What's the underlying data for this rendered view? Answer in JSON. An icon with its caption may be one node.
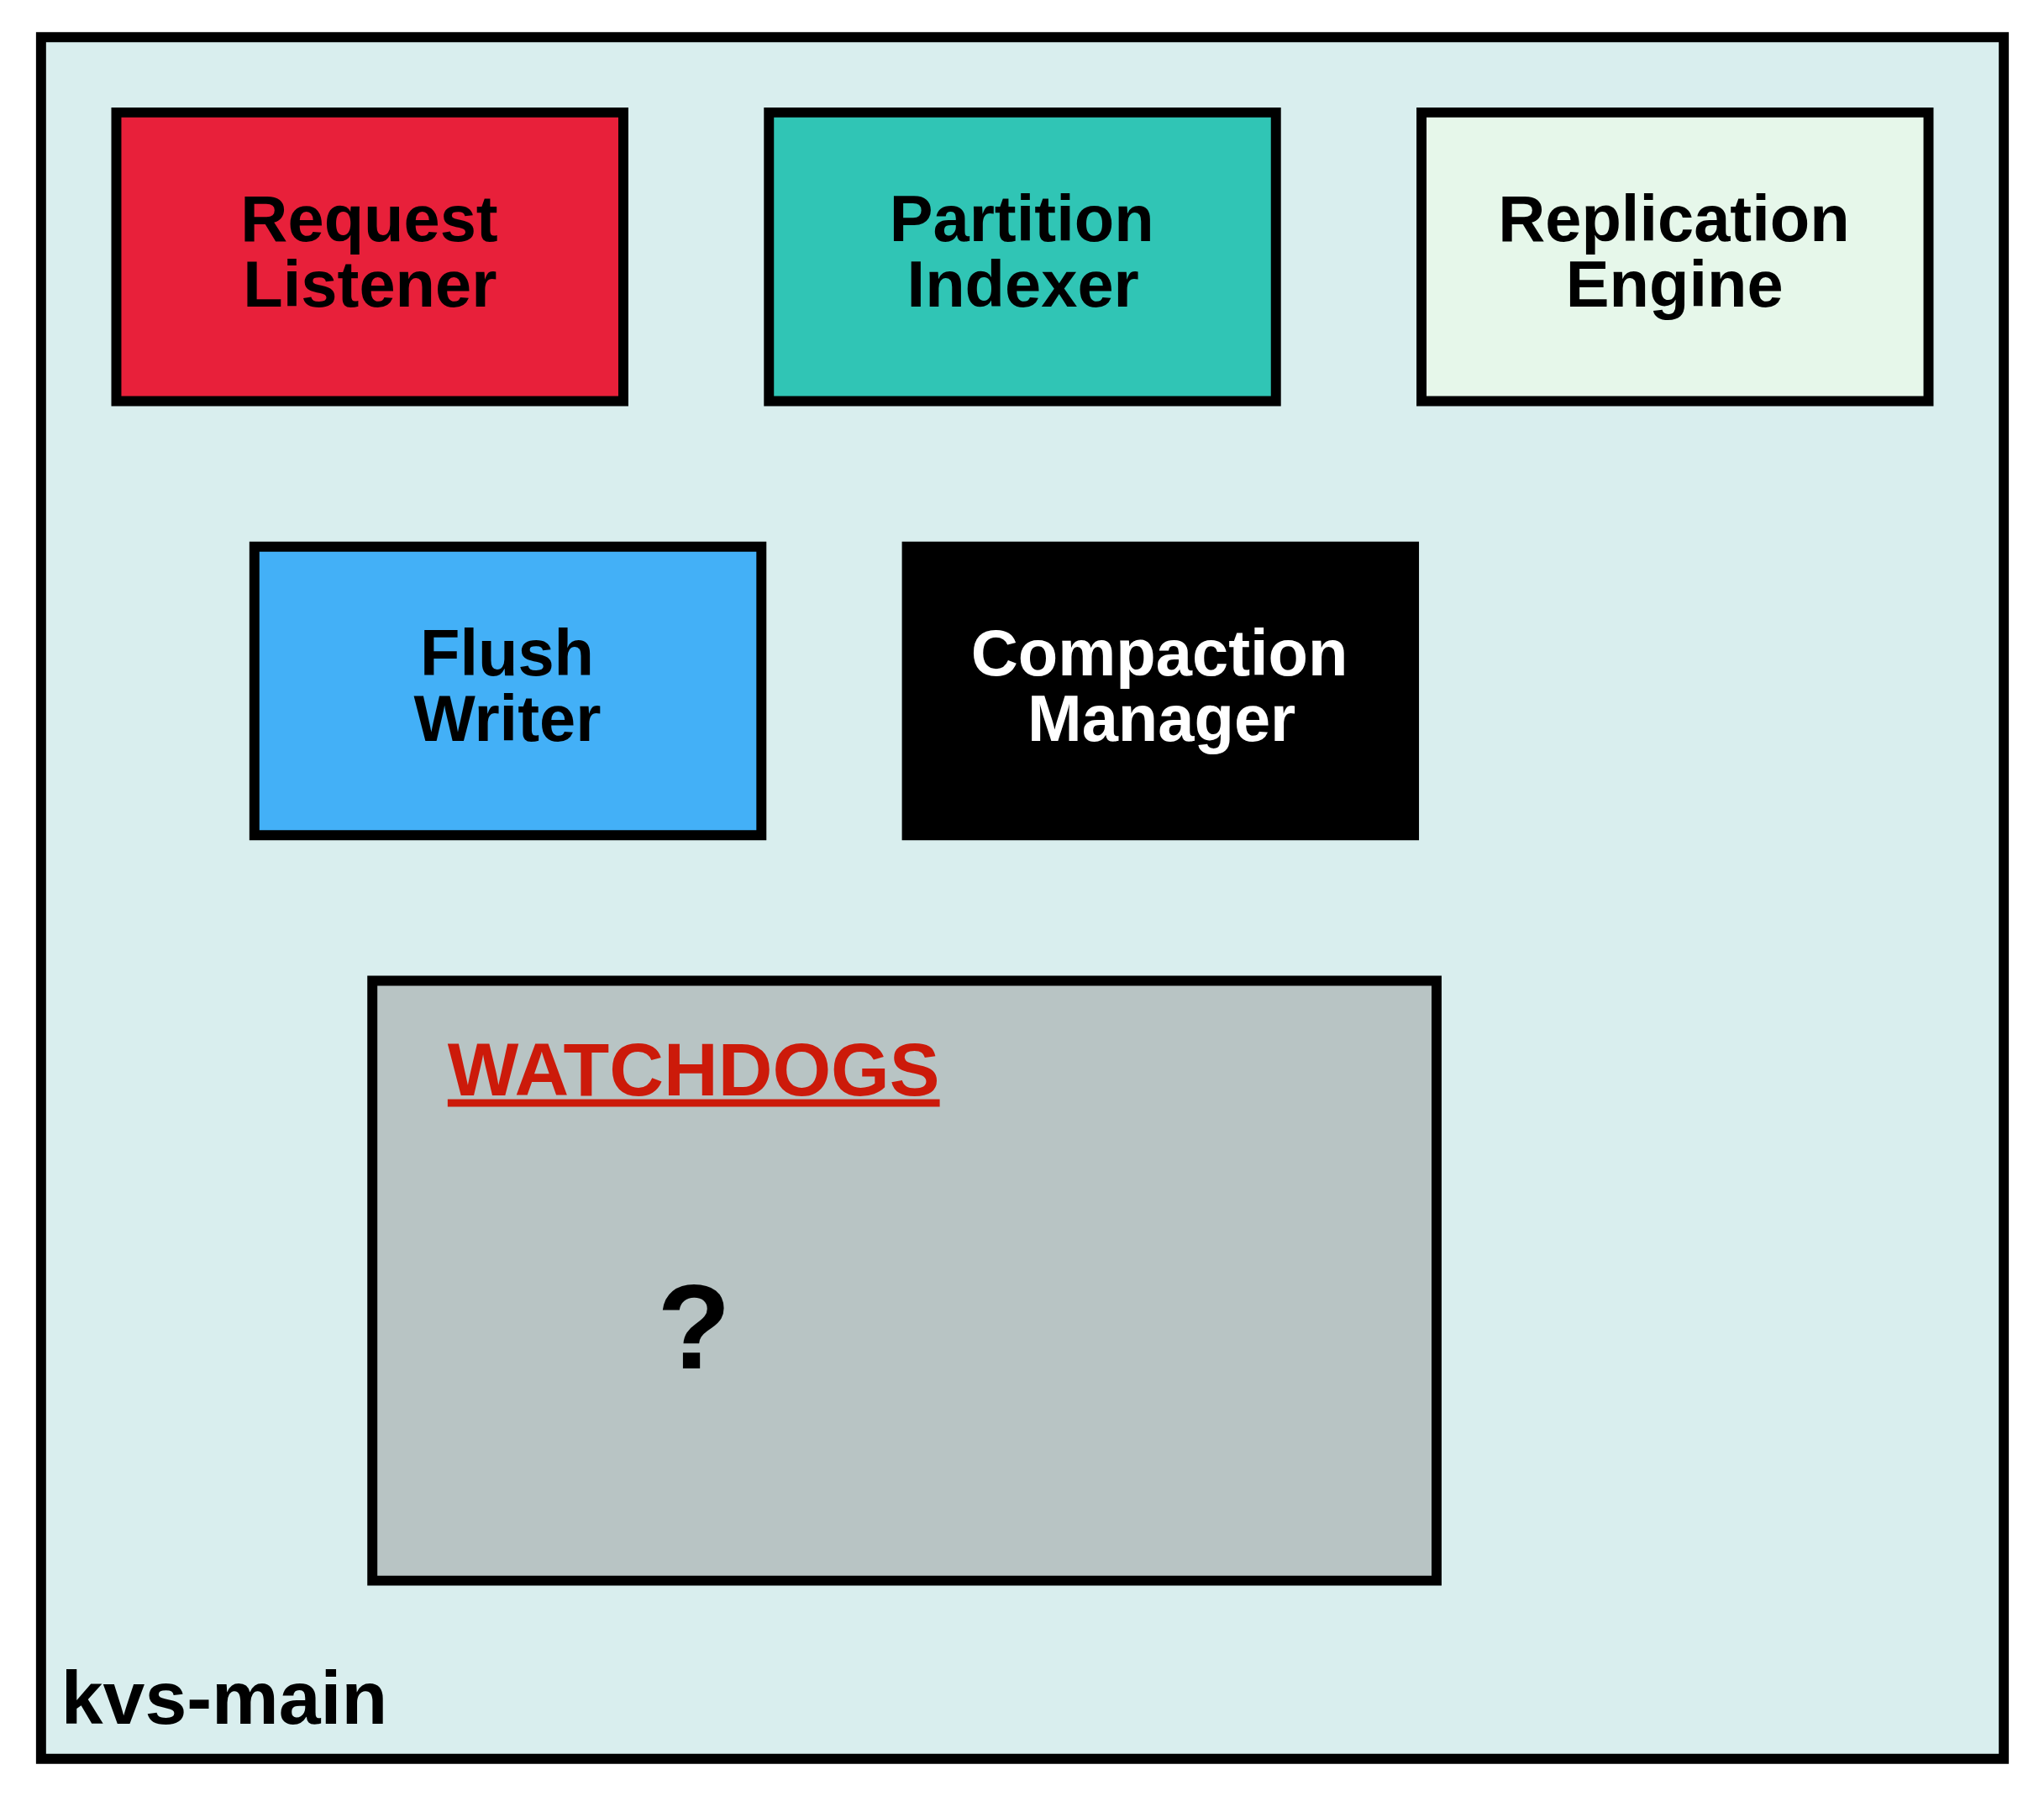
{
  "diagram": {
    "nodes": [
      {
        "text": [
          "kvs-main"
        ]
      },
      {
        "text": [
          "Request Listener"
        ],
        "in": 0
      },
      {
        "text": [
          "Partition Indexer"
        ],
        "in": 0
      },
      {
        "text": [
          "Replication Engine"
        ],
        "in": 0
      },
      {
        "text": [
          "Flush Writer"
        ],
        "in": 0
      },
      {
        "text": [
          "Compaction Manager"
        ],
        "in": 0
      },
      {
        "text": [
          "WATCHDOGS",
          "?"
        ],
        "in": 0
      }
    ]
  }
}
